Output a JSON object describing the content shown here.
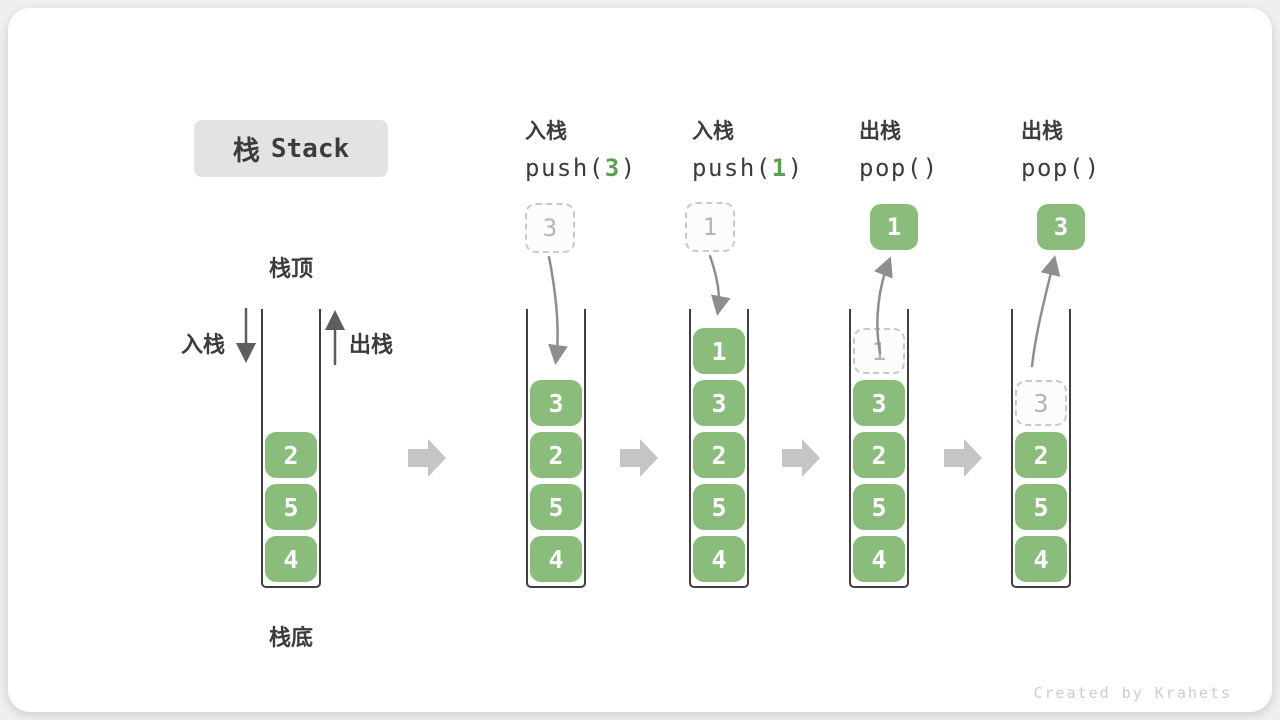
{
  "title": {
    "zh": "栈",
    "en": "Stack"
  },
  "first_stack": {
    "top_label": "栈顶",
    "bottom_label": "栈底",
    "push_label": "入栈",
    "pop_label": "出栈",
    "cells": [
      "2",
      "5",
      "4"
    ]
  },
  "operations": [
    {
      "action": "入栈",
      "code_pre": "push(",
      "code_arg": "3",
      "code_post": ")",
      "moved_value": "3",
      "result": [
        "3",
        "2",
        "5",
        "4"
      ]
    },
    {
      "action": "入栈",
      "code_pre": "push(",
      "code_arg": "1",
      "code_post": ")",
      "moved_value": "1",
      "result": [
        "1",
        "3",
        "2",
        "5",
        "4"
      ]
    },
    {
      "action": "出栈",
      "code_pre": "pop(",
      "code_arg": "",
      "code_post": ")",
      "moved_value": "1",
      "ghost": "1",
      "result": [
        "3",
        "2",
        "5",
        "4"
      ]
    },
    {
      "action": "出栈",
      "code_pre": "pop(",
      "code_arg": "",
      "code_post": ")",
      "moved_value": "3",
      "ghost": "3",
      "result": [
        "2",
        "5",
        "4"
      ]
    }
  ],
  "footer": "Created by Krahets",
  "colors": {
    "green": "#8abd7c",
    "code-green": "#5ba052",
    "ink": "#3c3c3c",
    "ghost-border": "#c9c9c9",
    "ghost-text": "#b5b5b5",
    "block-arrow": "#c5c5c5",
    "curve-arrow": "#8e8e8e",
    "side-arrow": "#5e5e5e",
    "chip-bg": "#e3e3e3",
    "footer-text": "#cccccc"
  }
}
